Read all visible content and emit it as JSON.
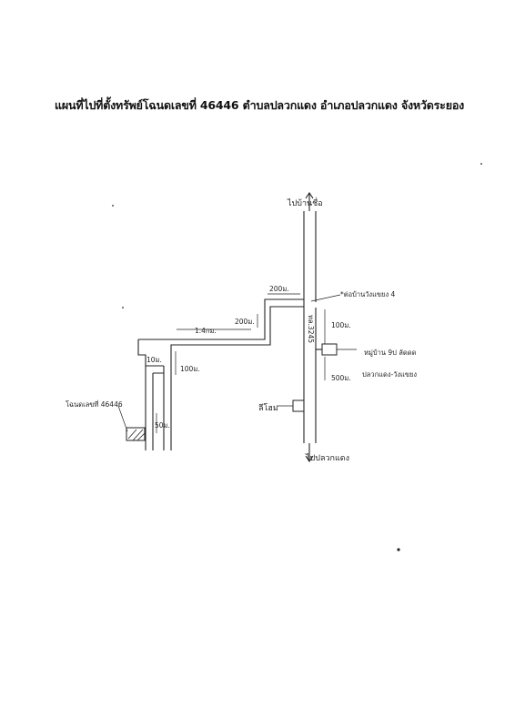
{
  "title": "แผนที่ไปที่ตั้งทรัพย์โฉนดเลขที่ 46446 ตำบลปลวกแดง อำเภอปลวกแดง จังหวัดระยอง",
  "labels": {
    "to_north": "ไปบ้านชื่อ",
    "to_south": "ไปปลวกแดง",
    "landmark_temple": "*ต่อบ้านวังแขยง 4",
    "road_no": "ทล.3245",
    "village": "หมู่บ้าน 9ป ลัดดด",
    "village_sub": "ปลวกแดง-วังแขยง",
    "shop": "ลีโฮม",
    "property": "โฉนดเลขที่ 46446",
    "dist_200_top": "200ม.",
    "dist_200_side": "200ม.",
    "dist_1_4": "1.4กม.",
    "dist_100_right": "100ม.",
    "dist_100_left": "100ม.",
    "dist_10": "10ม.",
    "dist_50": "50ม.",
    "dist_500": "500ม."
  },
  "colors": {
    "ink": "#222222",
    "paper": "#ffffff"
  },
  "icons": {
    "north_arrow": "arrow-up-icon",
    "south_arrow": "arrow-down-icon"
  }
}
